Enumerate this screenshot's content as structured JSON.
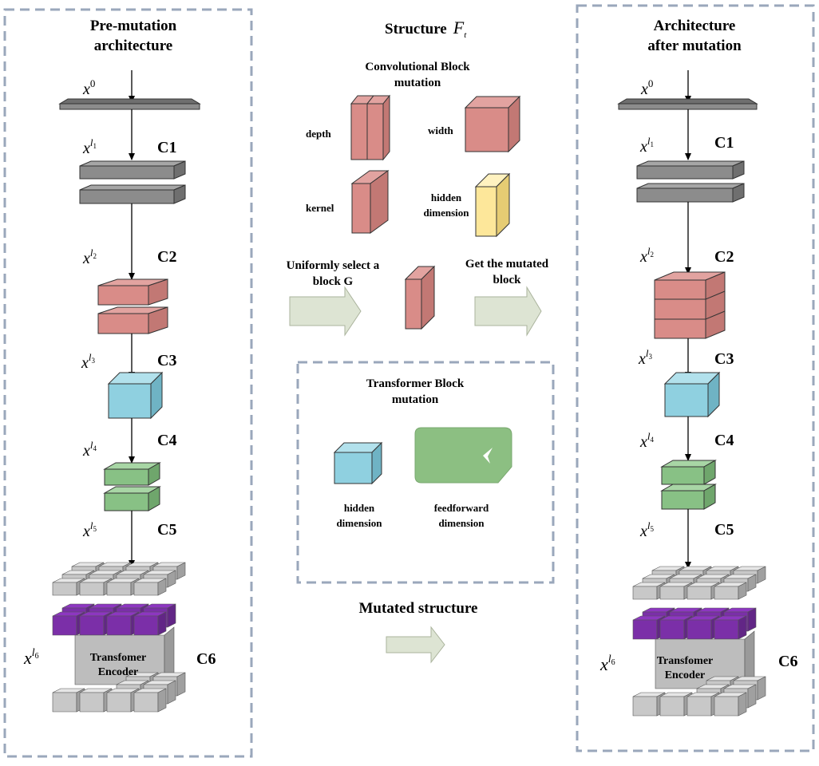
{
  "left_panel": {
    "title_line1": "Pre-mutation",
    "title_line2": "architecture",
    "var_x": "x",
    "sup_0": "0",
    "sup_l": "l",
    "sub_1": "1",
    "sub_2": "2",
    "sub_3": "3",
    "sub_4": "4",
    "sub_5": "5",
    "sub_6": "6",
    "c1": "C1",
    "c2": "C2",
    "c3": "C3",
    "c4": "C4",
    "c5": "C5",
    "c6": "C6",
    "encoder_line1": "Transfomer",
    "encoder_line2": "Encoder"
  },
  "right_panel": {
    "title_line1": "Architecture",
    "title_line2": "after mutation",
    "var_x": "x",
    "sup_0": "0",
    "sup_l": "l",
    "sub_1": "1",
    "sub_2": "2",
    "sub_3": "3",
    "sub_4": "4",
    "sub_5": "5",
    "sub_6": "6",
    "c1": "C1",
    "c2": "C2",
    "c3": "C3",
    "c4": "C4",
    "c5": "C5",
    "c6": "C6",
    "encoder_line1": "Transfomer",
    "encoder_line2": "Encoder"
  },
  "middle": {
    "structure_label": "Structure",
    "structure_var": "F",
    "structure_sub": "t",
    "conv_title_line1": "Convolutional Block",
    "conv_title_line2": "mutation",
    "depth": "depth",
    "width": "width",
    "kernel": "kernel",
    "hidden_dim_line1": "hidden",
    "hidden_dim_line2": "dimension",
    "uniform_line1": "Uniformly select a",
    "uniform_line2": "block G",
    "get_line1": "Get the mutated",
    "get_line2": "block",
    "transformer_title_line1": "Transformer Block",
    "transformer_title_line2": "mutation",
    "t_hidden_line1": "hidden",
    "t_hidden_line2": "dimension",
    "feedforward_line1": "feedforward",
    "feedforward_line2": "dimension",
    "mutated_structure": "Mutated structure"
  },
  "colors": {
    "panel_border": "#9aa7bb",
    "gray_block": "#8c8c8c",
    "conv_block": "#d98c88",
    "hidden_yellow": "#fde79a",
    "cyan_block": "#8fd0e0",
    "green_block": "#88c185",
    "purple_block": "#7b2fa8",
    "light_gray_block": "#c8c8c8",
    "arrow_fill": "#dde4d3"
  }
}
